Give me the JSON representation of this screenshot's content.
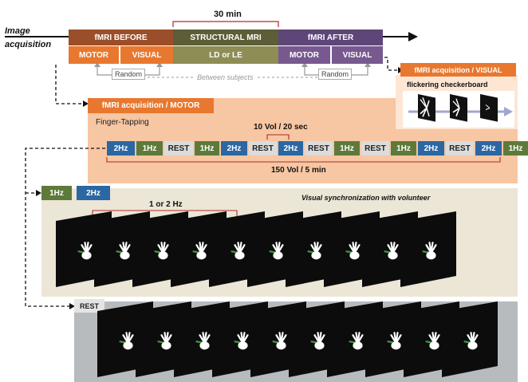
{
  "header": {
    "image_acquisition_line1": "Image",
    "image_acquisition_line2": "acquisition",
    "duration_label": "30 min",
    "fmri_before": "fMRI BEFORE",
    "structural_mri": "STRUCTURAL MRI",
    "fmri_after": "fMRI AFTER",
    "motor_1": "MOTOR",
    "visual_1": "VISUAL",
    "ld_or_le": "LD or LE",
    "motor_2": "MOTOR",
    "visual_2": "VISUAL",
    "random_1": "Random",
    "random_2": "Random",
    "between_subjects": "Between subjects"
  },
  "visual_panel": {
    "title": "fMRI acquisition / VISUAL",
    "subtitle": "flickering checkerboard"
  },
  "motor_panel": {
    "title": "fMRI acquisition / MOTOR",
    "subtitle": "Finger-Tapping",
    "block_label": "10 Vol / 20 sec",
    "total_label": "150 Vol / 5 min",
    "sequence": [
      "2Hz",
      "1Hz",
      "REST",
      "1Hz",
      "2Hz",
      "REST",
      "2Hz",
      "REST",
      "1Hz",
      "REST",
      "1Hz",
      "2Hz",
      "REST",
      "2Hz",
      "1Hz"
    ]
  },
  "sync_panel": {
    "legend_1hz": "1Hz",
    "legend_2hz": "2Hz",
    "rate_label": "1 or 2 Hz",
    "title": "Visual synchronization with volunteer",
    "ellipsis": "..."
  },
  "rest_panel": {
    "label": "REST",
    "ellipsis": "..."
  },
  "colors": {
    "orange": "#e8782f",
    "motor_bg": "#f7c6a2",
    "olive": "#6f6f3a",
    "purple": "#77598f",
    "blue_2hz": "#2b67a3",
    "green_1hz": "#5e7a3a",
    "sync_bg": "#ece6d6",
    "rest_bg": "#b8bbbd"
  }
}
